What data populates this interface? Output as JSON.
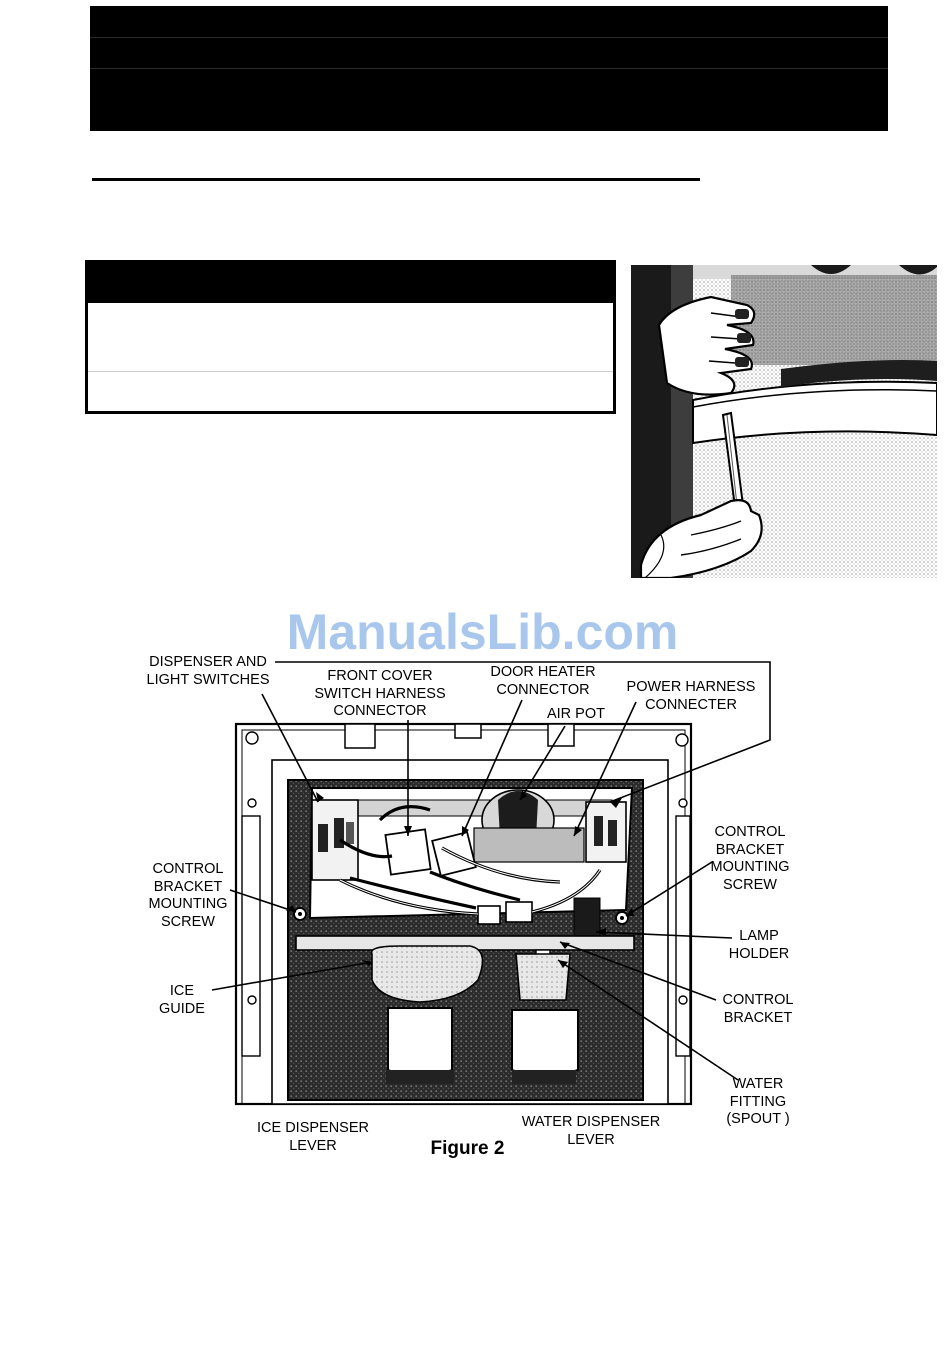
{
  "watermark": "ManualsLib.com",
  "figure": {
    "caption": "Figure 2",
    "labels": {
      "dispenser_light_switches": "DISPENSER AND\nLIGHT SWITCHES",
      "front_cover_connector": "FRONT COVER\nSWITCH HARNESS\nCONNECTOR",
      "door_heater_connector": "DOOR HEATER\nCONNECTOR",
      "air_pot": "AIR POT",
      "power_harness": "POWER HARNESS\nCONNECTER",
      "control_bracket_screw_left": "CONTROL\nBRACKET\nMOUNTING\nSCREW",
      "control_bracket_screw_right": "CONTROL\nBRACKET\nMOUNTING\nSCREW",
      "lamp_holder": "LAMP\nHOLDER",
      "ice_guide": "ICE\nGUIDE",
      "control_bracket": "CONTROL\nBRACKET",
      "water_fitting": "WATER\nFITTING\n(SPOUT )",
      "ice_lever": "ICE DISPENSER\nLEVER",
      "water_lever": "WATER DISPENSER\nLEVER"
    }
  }
}
